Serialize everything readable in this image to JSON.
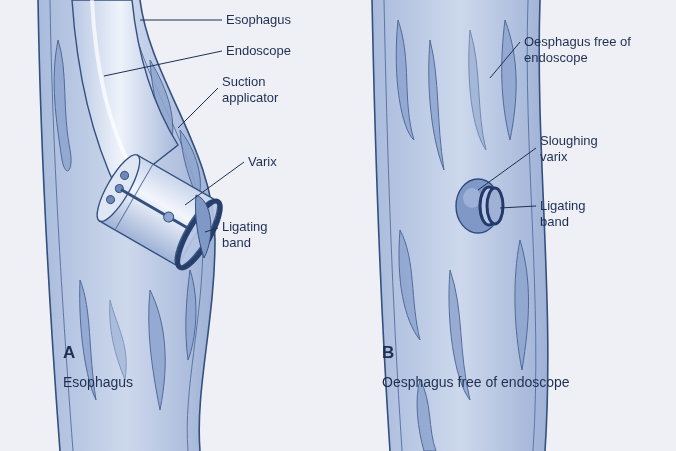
{
  "diagram": {
    "labels": [
      "Esophagus",
      "Endoscope",
      "Suction applicator",
      "Varix",
      "Ligating band",
      "Oesphagus free of endoscope",
      "Sloughing varix",
      "Ligating band",
      "A",
      "Esophagus",
      "B",
      "Oesphagus free of endoscope"
    ]
  }
}
